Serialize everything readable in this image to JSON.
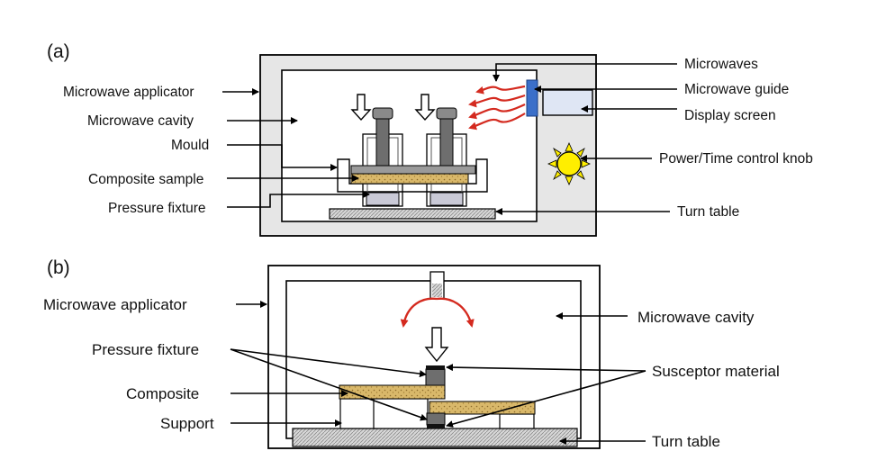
{
  "panel_a": {
    "title": "(a)",
    "labels": {
      "microwave_applicator": "Microwave applicator",
      "microwave_cavity": "Microwave cavity",
      "mould": "Mould",
      "composite_sample": "Composite sample",
      "pressure_fixture": "Pressure fixture",
      "microwaves": "Microwaves",
      "microwave_guide": "Microwave guide",
      "display_screen": "Display screen",
      "power_time_knob": "Power/Time control knob",
      "turn_table": "Turn table"
    }
  },
  "panel_b": {
    "title": "(b)",
    "labels": {
      "microwave_applicator": "Microwave applicator",
      "microwave_cavity": "Microwave cavity",
      "pressure_fixture": "Pressure fixture",
      "composite": "Composite",
      "support": "Support",
      "susceptor_material": "Susceptor material",
      "turn_table": "Turn table"
    }
  },
  "colors": {
    "applicator_fill": "#e6e6e6",
    "guide_blue": "#3b6fc9",
    "screen_fill": "#dfe6f4",
    "sun_fill": "#ffee00",
    "microwave_red": "#d42a1f",
    "composite_fill": "#d9b86a",
    "fixture_gray": "#6e6e6e"
  }
}
